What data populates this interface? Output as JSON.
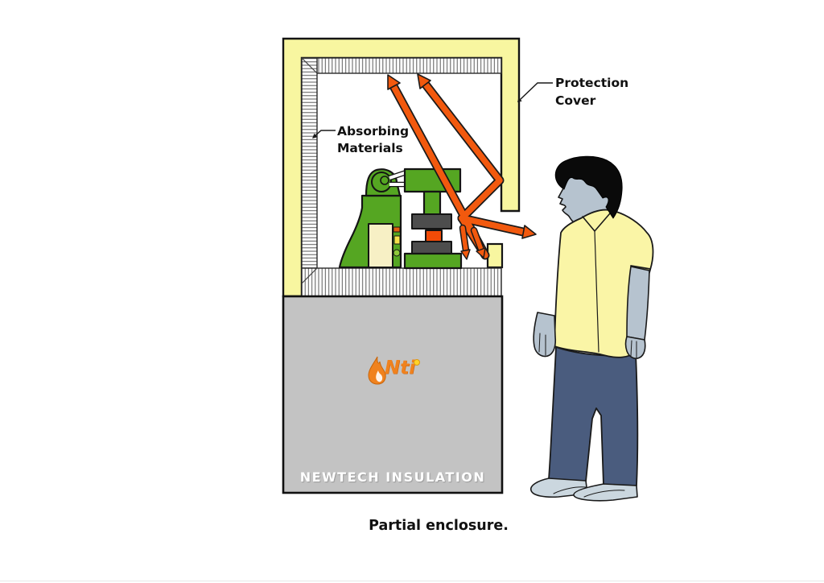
{
  "caption": "Partial enclosure.",
  "labels": {
    "absorbing_materials": "Absorbing Materials",
    "protection_cover": "Protection Cover"
  },
  "brand": {
    "logo_text": "Nti",
    "company": "NEWTECH INSULATION"
  },
  "icons": {
    "logo_flame": "flame-icon"
  },
  "colors": {
    "wall-yellow": "#F8F6A0",
    "arrow-orange": "#F2590E",
    "machine-green": "#55A622",
    "platen-gray": "#4D4D4D",
    "workpiece-orange": "#F24B07",
    "pedestal-gray": "#C3C3C3",
    "door-cream": "#F7F0C5",
    "skin": "#B6C3CF",
    "shirt-yellow": "#FAF5A6",
    "pants-blue": "#4A5C7E",
    "shoe-gray": "#CBD7DF",
    "hair-black": "#0A0A0A",
    "logo-orange": "#F0821E",
    "label-black": "#111111"
  }
}
